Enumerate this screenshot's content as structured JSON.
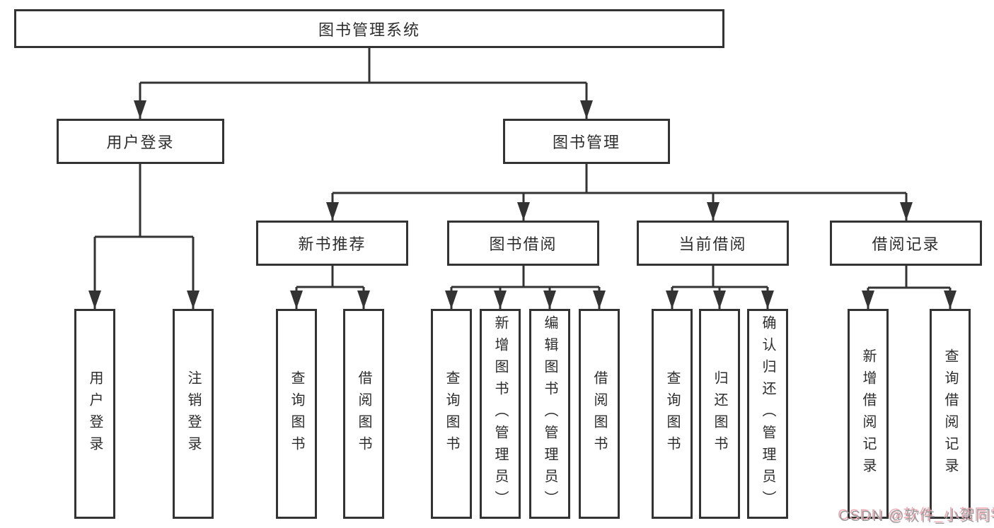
{
  "diagram": {
    "root": "图书管理系统",
    "login_branch": {
      "label": "用户登录",
      "children": [
        "用户登录",
        "注销登录"
      ]
    },
    "mgmt_branch": {
      "label": "图书管理",
      "modules": [
        {
          "label": "新书推荐",
          "children": [
            "查询图书",
            "借阅图书"
          ]
        },
        {
          "label": "图书借阅",
          "children": [
            "查询图书",
            "新增图书（管理员）",
            "编辑图书（管理员）",
            "借阅图书"
          ]
        },
        {
          "label": "当前借阅",
          "children": [
            "查询图书",
            "归还图书",
            "确认归还（管理员）"
          ]
        },
        {
          "label": "借阅记录",
          "children": [
            "新增借阅记录",
            "查询借阅记录"
          ]
        }
      ]
    }
  },
  "watermark": "CSDN @软件_小贺同学",
  "colors": {
    "line": "#333333",
    "box_border": "#333333",
    "box_fill": "#ffffff",
    "text": "#2d2d2d",
    "background": "#ffffff",
    "watermark_gray": "#9c9c9c",
    "watermark_pink": "#f2aab4"
  }
}
